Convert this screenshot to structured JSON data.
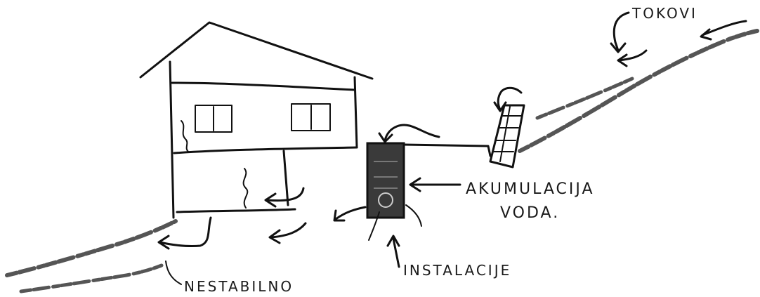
{
  "labels": {
    "tokovi": "TOKOVI",
    "akumulacija_line1": "AKUMULACIJA",
    "akumulacija_line2": "VODA.",
    "instalacije": "INSTALACIJE",
    "nestabilno": "NESTABILNO"
  },
  "colors": {
    "ink": "#111111",
    "slope": "#555555",
    "tank_fill": "#3a3a3a",
    "paper": "#ffffff"
  }
}
